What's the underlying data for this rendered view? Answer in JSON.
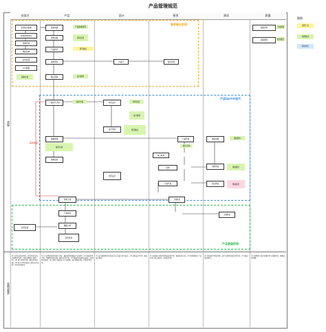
{
  "title": "产品管理规范",
  "lanes": [
    "业务方",
    "产品",
    "设计",
    "研发",
    "测试",
    "质量"
  ],
  "rows": [
    "流程",
    "说明/要求"
  ],
  "phases": [
    {
      "label": "需求确认阶段",
      "color": "#f5a623"
    },
    {
      "label": "产品Sprint迭代",
      "color": "#3a8ee6"
    },
    {
      "label": "产品复盘阶段",
      "color": "#2db84d"
    }
  ],
  "legend": {
    "title": "图例",
    "items": [
      "流程节点",
      "说明备注",
      "阶段划分"
    ]
  },
  "nodes": {
    "n1": "业务提出需求",
    "n2": "提交需求文档",
    "n3": "需求评审",
    "n4": "确定需求",
    "n5": "需求沟通",
    "n6": "需求初稿",
    "n7": "产品原型",
    "n8": "需求评审",
    "n9": "确认需求",
    "n10": "UI设计",
    "n11": "技术评审",
    "n12": "需求排期",
    "n13": "产品迭代计划",
    "n14": "交互设计",
    "n15": "设计评审",
    "n16": "需求变更",
    "n17": "产品开发",
    "n18": "接口联调",
    "n19": "功能测试",
    "n20": "提测",
    "n21": "测试用例",
    "n22": "回归测试",
    "n23": "UAT验收",
    "n24": "需求上线",
    "n25": "上线验证",
    "n26": "产品复盘",
    "n27": "数据分析",
    "n28": "业务反馈",
    "n29": "迭代优化",
    "q1": "质量评审",
    "q2": "质量把控"
  },
  "notes": {
    "a": "需求文档",
    "b": "产品需求说明",
    "c": "评审意见",
    "d": "原型确认",
    "e": "设计规范",
    "f": "技术方案",
    "g": "测试报告",
    "h": "上线通知",
    "i": "复盘报告"
  },
  "side_label": "需求变更",
  "descs": [
    "(1) 业务方提出需求，填写需求文档，说明需求背景、目标及期望上线时间。(2) 参与需求评审，确认需求范围。(3) 参与UAT验收及上线后业务反馈，提出优化建议。",
    "(1) 产品经理对需求进行分析，输出需求初稿及产品原型。(2) 组织需求评审，明确需求优先级，确定迭代计划。(3) 跟进开发及测试进度，处理需求变更。(4) 组织上线验证与产品复盘，进行数据分析，持续迭代优化。",
    "(1) 设计根据需求文档进行交互设计和UI设计。(2) 组织设计评审，输出设计规范。",
    "(1) 研发参与需求评审及技术评审，输出技术方案。(2) 按排期进行产品开发与接口联调，完成后提测。",
    "(1) 测试编写测试用例，进行功能测试及回归测试。(2) 输出测试报告。",
    "(1) 质量部门进行质量评审与质量把控，确保交付质量。"
  ]
}
